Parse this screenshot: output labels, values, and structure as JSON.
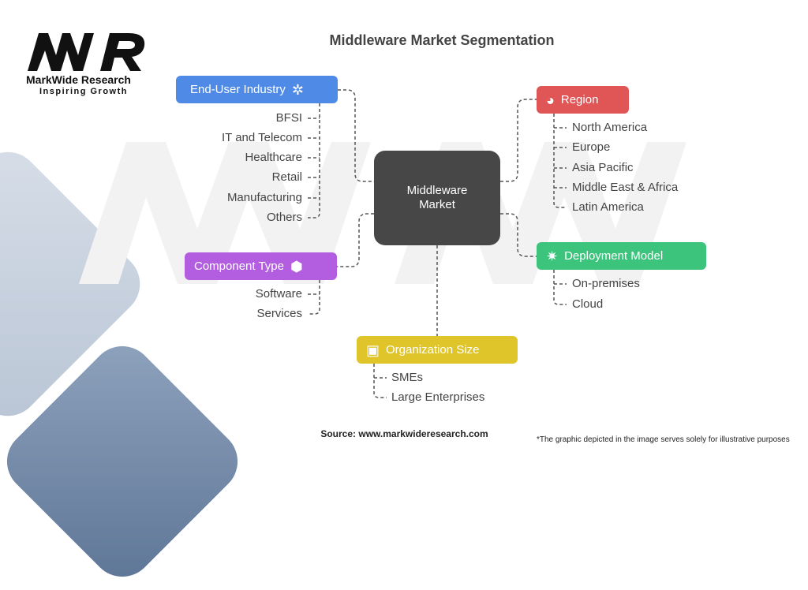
{
  "title": "Middleware Market Segmentation",
  "logo": {
    "mark": "MWR",
    "name": "MarkWide Research",
    "tagline": "Inspiring Growth"
  },
  "center": {
    "line1": "Middleware",
    "line2": "Market"
  },
  "segments": {
    "end_user": {
      "label": "End-User Industry",
      "icon": "people-network-icon",
      "color": "#4f8ae6",
      "items": [
        "BFSI",
        "IT and Telecom",
        "Healthcare",
        "Retail",
        "Manufacturing",
        "Others"
      ]
    },
    "region": {
      "label": "Region",
      "icon": "globe-icon",
      "color": "#e05656",
      "items": [
        "North America",
        "Europe",
        "Asia Pacific",
        "Middle East & Africa",
        "Latin America"
      ]
    },
    "deployment": {
      "label": "Deployment Model",
      "icon": "sparkle-icon",
      "color": "#3cc47c",
      "items": [
        "On-premises",
        "Cloud"
      ]
    },
    "component": {
      "label": "Component Type",
      "icon": "box-icon",
      "color": "#b35ee0",
      "items": [
        "Software",
        "Services"
      ]
    },
    "org_size": {
      "label": "Organization Size",
      "icon": "building-icon",
      "color": "#e0c52a",
      "items": [
        "SMEs",
        "Large Enterprises"
      ]
    }
  },
  "footer": {
    "source": "Source: www.markwideresearch.com",
    "disclaimer": "*The graphic depicted in the image serves solely for illustrative purposes"
  }
}
